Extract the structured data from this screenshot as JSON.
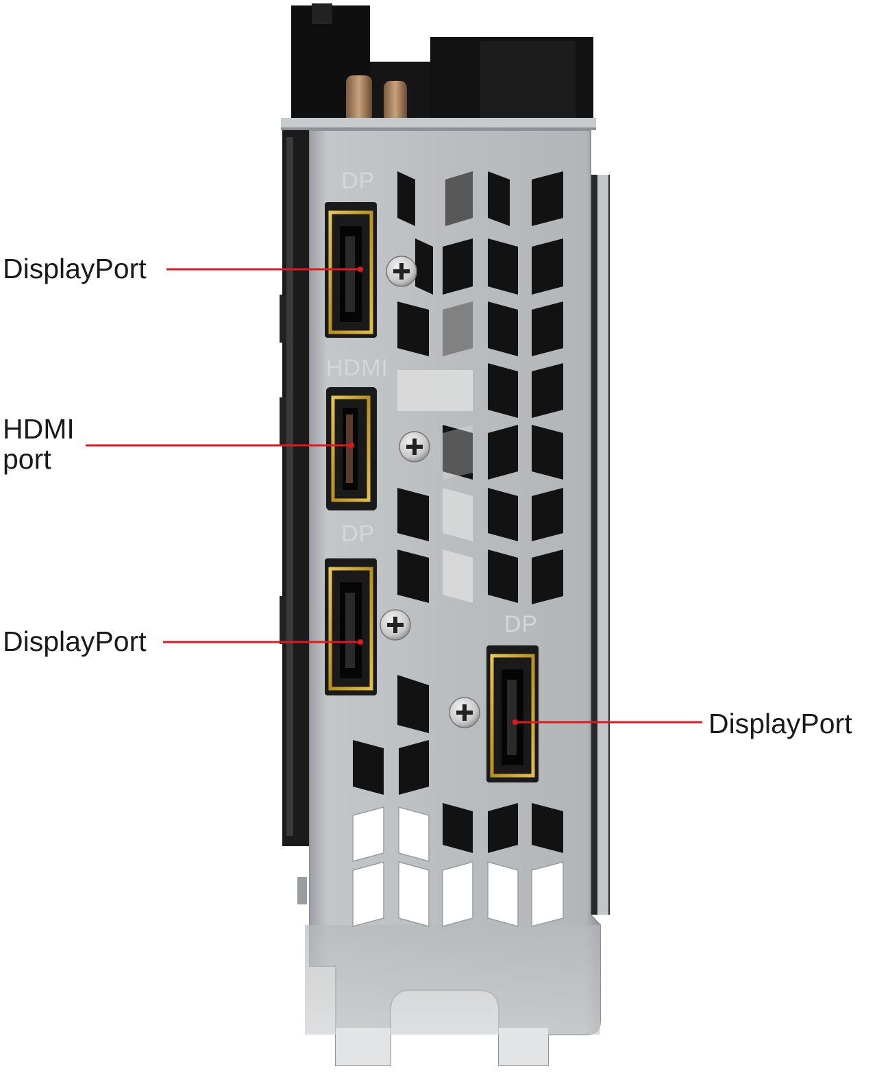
{
  "callouts": {
    "displayport_top": "DisplayPort",
    "hdmi_line1": "HDMI",
    "hdmi_line2": "port",
    "displayport_lower": "DisplayPort",
    "displayport_right": "DisplayPort"
  },
  "bracket_marks": {
    "dp_top": "DP",
    "hdmi": "HDMI",
    "dp_lower": "DP",
    "dp_right": "DP"
  },
  "colors": {
    "leader_line": "#e0191e",
    "port_gold": "#c9a227",
    "bracket_metal": "#b9bcbf"
  }
}
